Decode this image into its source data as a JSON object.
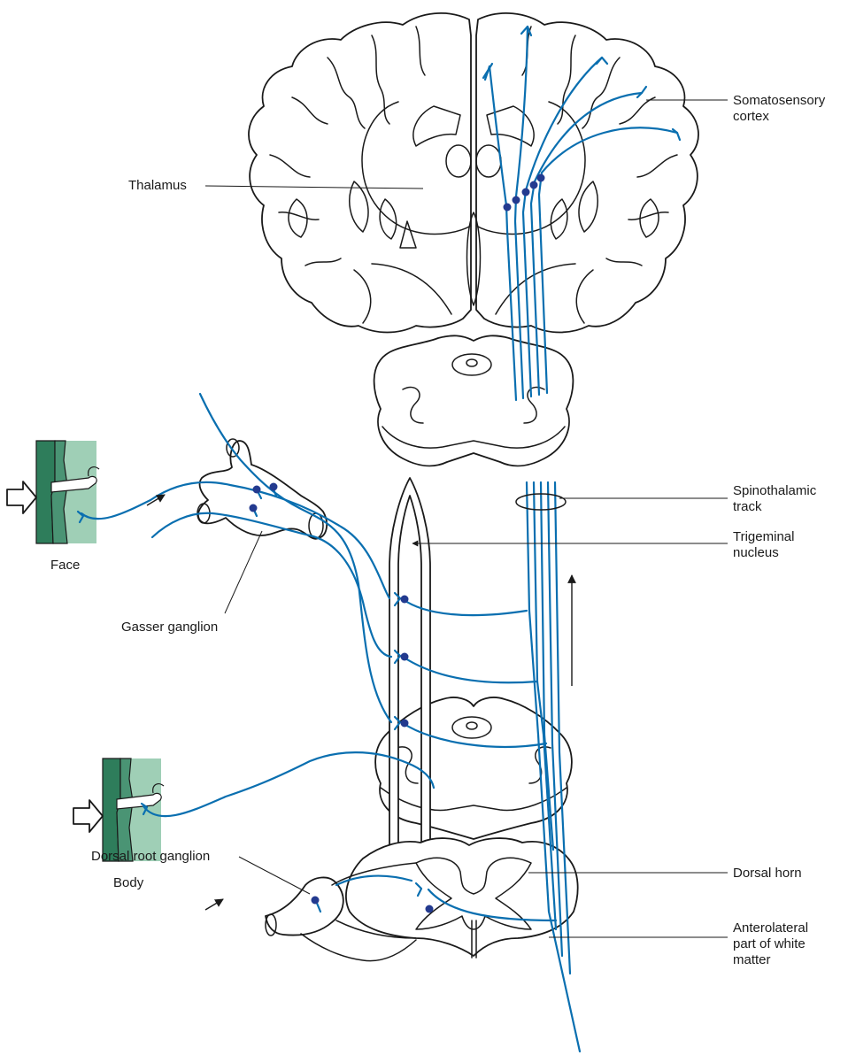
{
  "colors": {
    "nerve": "#0a6fb0",
    "soma": "#233a8f",
    "skin_dark": "#2e7d5b",
    "skin_light": "#9fcfb6",
    "outline": "#1a1a1a"
  },
  "labels": {
    "somatosensory_cortex": [
      "Somatosensory",
      "cortex"
    ],
    "thalamus": "Thalamus",
    "face": "Face",
    "gasser_ganglion": "Gasser ganglion",
    "spinothalamic_track": [
      "Spinothalamic",
      "track"
    ],
    "trigeminal_nucleus": [
      "Trigeminal",
      "nucleus"
    ],
    "dorsal_root_ganglion": "Dorsal root ganglion",
    "dorsal_horn": "Dorsal horn",
    "anterolateral_white_matter": [
      "Anterolateral",
      "part of white",
      "matter"
    ],
    "body": "Body"
  },
  "icons": {
    "stimulus_arrow": "hollow-right-arrow-icon",
    "direction_arrow": "arrow-icon"
  }
}
